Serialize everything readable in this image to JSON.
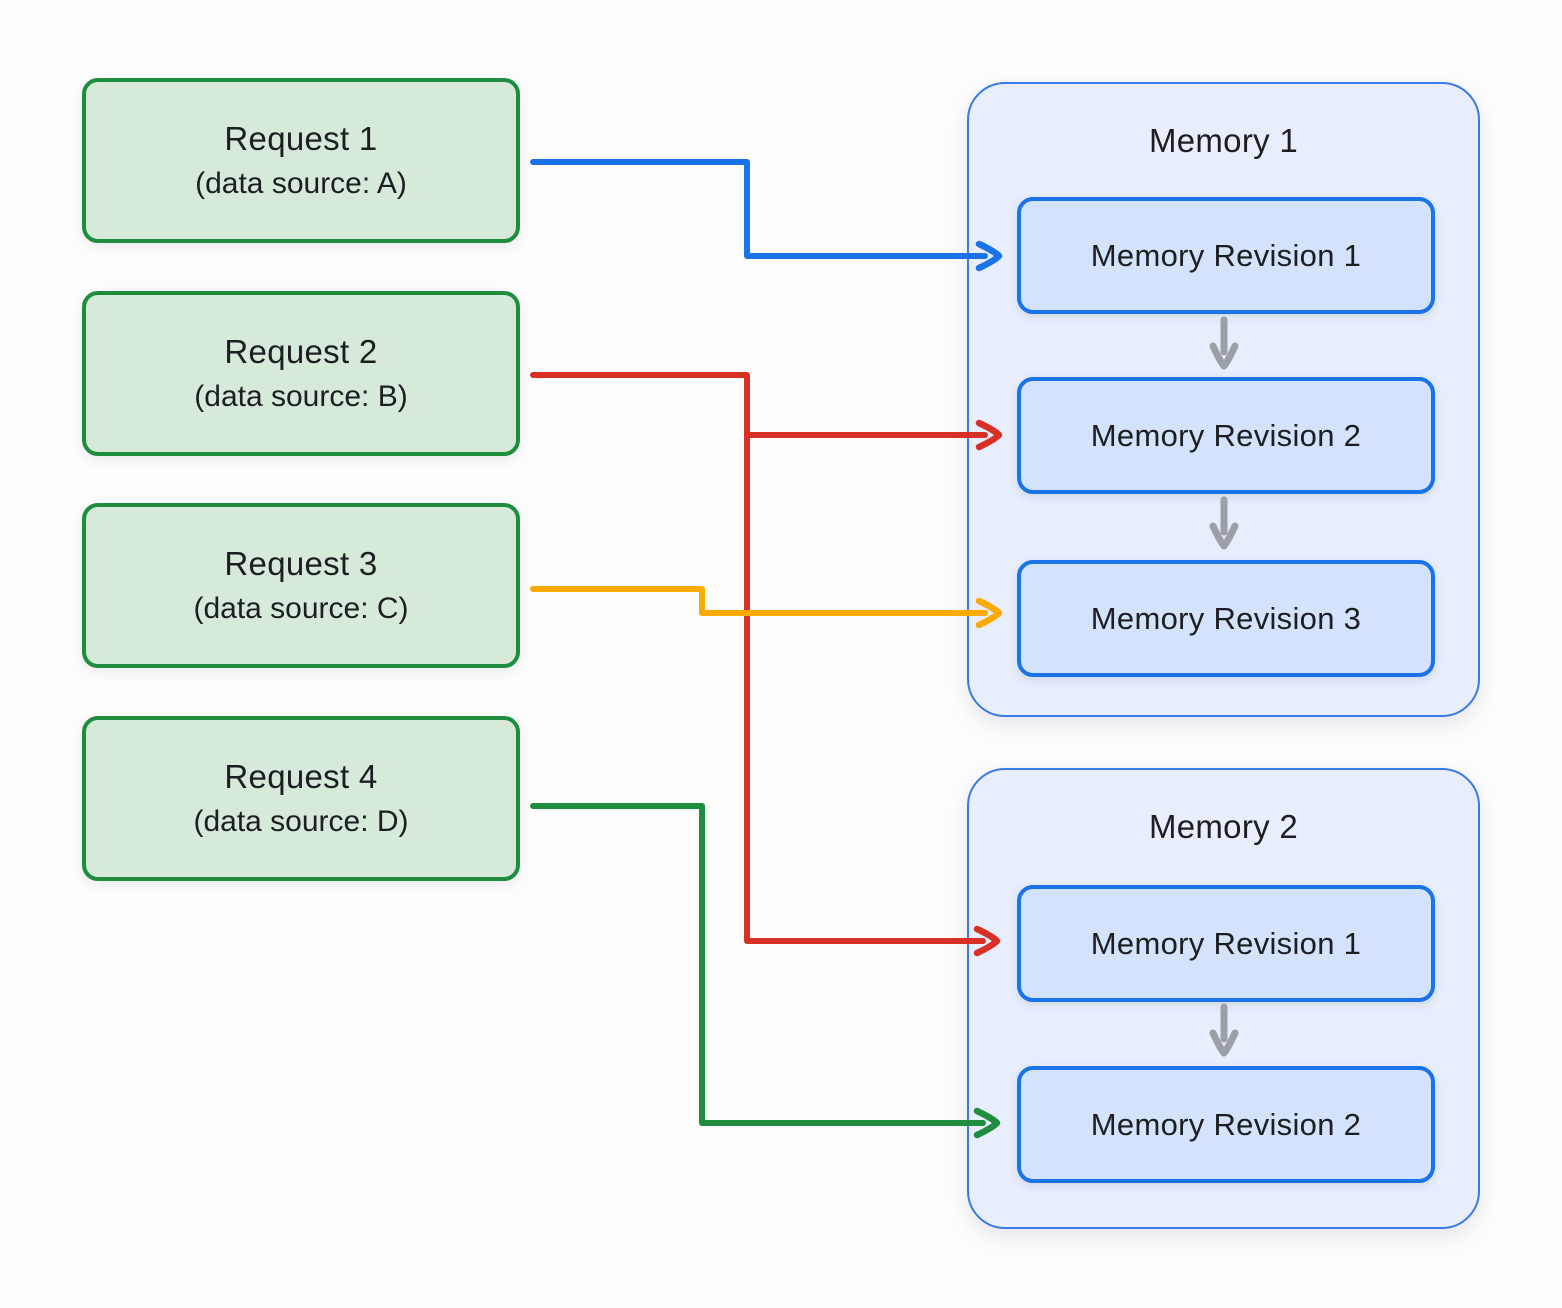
{
  "diagram": {
    "requests": [
      {
        "title": "Request 1",
        "subtitle": "(data source: A)"
      },
      {
        "title": "Request 2",
        "subtitle": "(data source: B)"
      },
      {
        "title": "Request 3",
        "subtitle": "(data source: C)"
      },
      {
        "title": "Request 4",
        "subtitle": "(data source: D)"
      }
    ],
    "memories": [
      {
        "title": "Memory 1",
        "revisions": [
          "Memory Revision 1",
          "Memory Revision 2",
          "Memory Revision 3"
        ]
      },
      {
        "title": "Memory 2",
        "revisions": [
          "Memory Revision 1",
          "Memory Revision 2"
        ]
      }
    ],
    "connections": [
      {
        "from": "Request 1",
        "to": "Memory 1 / Memory Revision 1",
        "color_key": "arrow_blue"
      },
      {
        "from": "Request 2",
        "to": "Memory 1 / Memory Revision 2",
        "color_key": "arrow_red"
      },
      {
        "from": "Request 2",
        "to": "Memory 2 / Memory Revision 1",
        "color_key": "arrow_red"
      },
      {
        "from": "Request 3",
        "to": "Memory 1 / Memory Revision 3",
        "color_key": "arrow_yellow"
      },
      {
        "from": "Request 4",
        "to": "Memory 2 / Memory Revision 2",
        "color_key": "arrow_green"
      }
    ]
  },
  "colors": {
    "arrow_blue": "#1a73e8",
    "arrow_red": "#d93025",
    "arrow_yellow": "#fbab00",
    "arrow_green": "#1e8e3e",
    "arrow_gray": "#9aa0a6",
    "request_fill": "#d7ead9",
    "request_border": "#1e8e3e",
    "memory_fill": "#e8eefc",
    "memory_border": "#3b78e8",
    "revision_fill": "#d4e3fb",
    "revision_border": "#1a73e8"
  }
}
